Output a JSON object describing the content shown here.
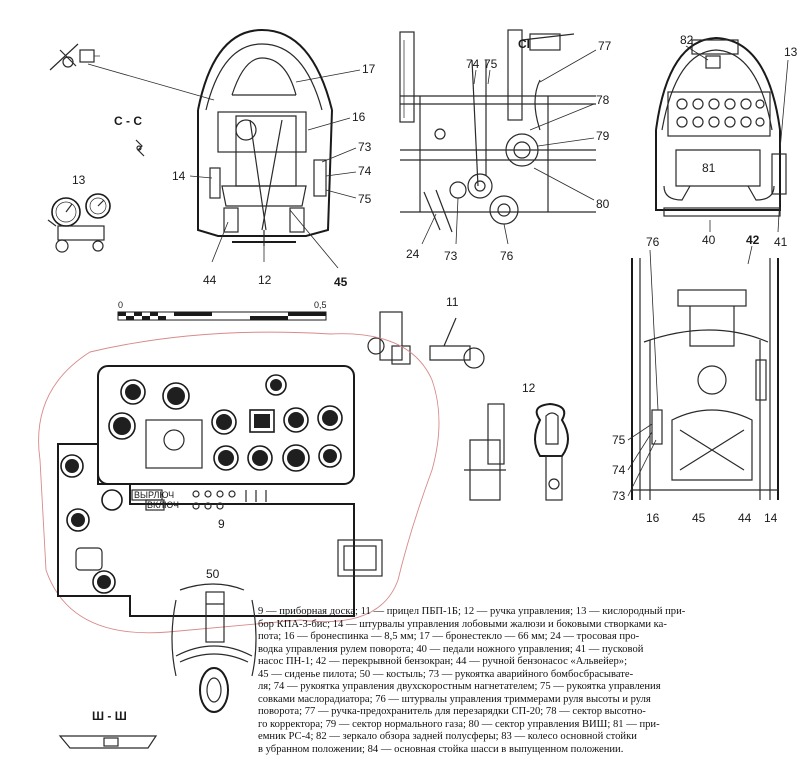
{
  "diagram": {
    "section_label": "С - С",
    "bottom_section_label": "Ш - Ш",
    "scale": {
      "start": "0",
      "end": "0,5"
    },
    "panel_buttons": [
      "ВЫРЛЮЧ",
      "ВКЛЮЧ"
    ],
    "callouts": {
      "canopy_front": [
        "17",
        "16",
        "73",
        "74",
        "75",
        "14",
        "44",
        "12",
        "45"
      ],
      "oxygen": "13",
      "mechanism": [
        "74",
        "75",
        "77",
        "78",
        "79",
        "80",
        "24",
        "73",
        "76"
      ],
      "cockpit_top": [
        "82",
        "13",
        "81",
        "40",
        "42",
        "41"
      ],
      "cockpit_side": [
        "76",
        "75",
        "74",
        "73",
        "16",
        "45",
        "44",
        "14"
      ],
      "sight": "11",
      "stick": "12",
      "panel": "9",
      "gear": "50"
    }
  },
  "legend": [
    "9 — приборная доска; 11 — прицел ПБП-1Б; 12 — ручка управления; 13 — кислородный при-",
    "бор КПА-3-бис; 14 — штурвалы управления лобовыми жалюзи и боковыми створками ка-",
    "пота; 16 — бронеспинка — 8,5 мм; 17 — бронестекло — 66 мм; 24 — тросовая про-",
    "водка управления рулем поворота; 40 — педали ножного управления; 41 — пусковой",
    "насос ПН-1; 42 — перекрывной бензокран; 44 — ручной бензонасос «Альвейер»;",
    "45 — сиденье пилота; 50 — костыль; 73 — рукоятка аварийного бомбосбрасывате-",
    "ля; 74 — рукоятка управления двухскоростным нагнетателем; 75 — рукоятка управления",
    "совками маслорадиатора; 76 — штурвалы управления триммерами руля высоты и руля",
    "поворота; 77 — ручка-предохранитель для перезарядки СП-20; 78 — сектор высотно-",
    "го корректора; 79 — сектор нормального газа; 80 — сектор управления ВИШ; 81 — при-",
    "емник РС-4; 82 — зеркало обзора задней полусферы; 83 — колесо основной стойки",
    "в убранном положении; 84 — основная стойка шасси в выпущенном положении."
  ]
}
